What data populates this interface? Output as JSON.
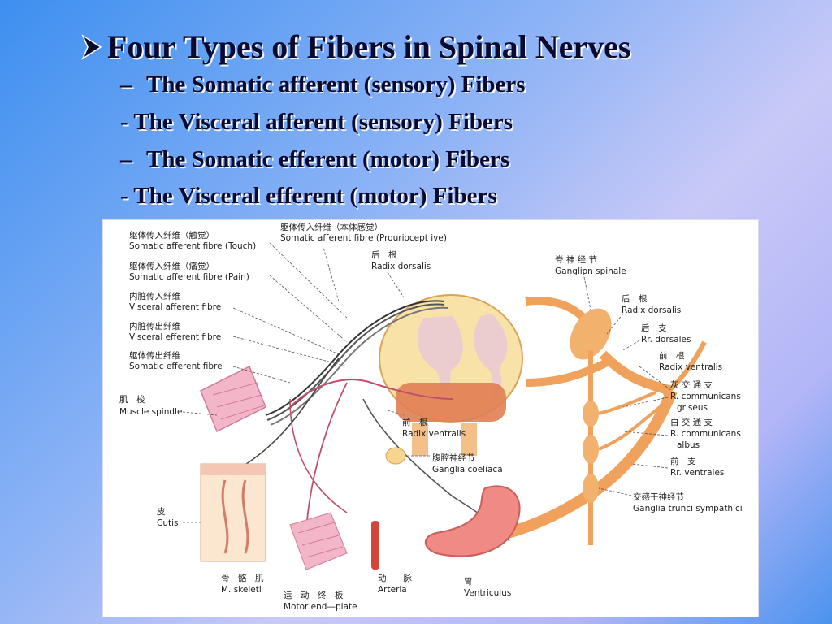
{
  "slide": {
    "title": "Four Types of Fibers in  Spinal Nerves",
    "items": [
      {
        "prefix": "–",
        "text": "The Somatic afferent (sensory) Fibers"
      },
      {
        "prefix": "-",
        "text": "The Visceral afferent (sensory) Fibers"
      },
      {
        "prefix": "–",
        "text": "The Somatic efferent (motor) Fibers"
      },
      {
        "prefix": "-",
        "text": "The Visceral efferent (motor) Fibers"
      }
    ]
  },
  "diagram": {
    "labels": {
      "somatic_touch_cn": "躯体传入纤维（触觉）",
      "somatic_touch_en": "Somatic afferent fibre (Touch)",
      "somatic_proprio_cn": "躯体传入纤维（本体感觉）",
      "somatic_proprio_en": "Somatic afferent fibre (Prouriocept ive)",
      "somatic_pain_cn": "躯体传入纤维（痛觉）",
      "somatic_pain_en": "Somatic afferent fibre (Pain)",
      "visceral_aff_cn": "内脏传入纤维",
      "visceral_aff_en": "Visceral afferent fibre",
      "visceral_eff_cn": "内脏传出纤维",
      "visceral_eff_en": "Visceral efferent fibre",
      "somatic_eff_cn": "躯体传出纤维",
      "somatic_eff_en": "Somatic efferent fibre",
      "muscle_spindle_cn": "肌　梭",
      "muscle_spindle_en": "Muscle spindle",
      "cutis_cn": "皮",
      "cutis_en": "Cutis",
      "m_skeleti_cn": "骨　骼　肌",
      "m_skeleti_en": "M. skeleti",
      "motor_endplate_cn": "运　动　终　板",
      "motor_endplate_en": "Motor end—plate",
      "arteria_cn": "动　　脉",
      "arteria_en": "Arteria",
      "ventriculus_cn": "胃",
      "ventriculus_en": "Ventriculus",
      "ganglia_coeliaca_cn": "腹腔神经节",
      "ganglia_coeliaca_en": "Ganglia coeliaca",
      "radix_ventralis_lower_cn": "前　根",
      "radix_ventralis_lower_en": "Radix ventralis",
      "radix_dorsalis_top_cn": "后　根",
      "radix_dorsalis_top_en": "Radix dorsalis",
      "ganglion_spinale_cn": "脊 神 经 节",
      "ganglion_spinale_en": "Ganglion spinale",
      "radix_dorsalis_right_cn": "后　根",
      "radix_dorsalis_right_en": "Radix dorsalis",
      "rr_dorsales_cn": "后　支",
      "rr_dorsales_en": "Rr. dorsales",
      "radix_ventralis_right_cn": "前　根",
      "radix_ventralis_right_en": "Radix ventralis",
      "rc_griseus_cn": "灰 交 通 支",
      "rc_griseus_en1": "R. communicans",
      "rc_griseus_en2": "griseus",
      "rc_albus_cn": "白 交 通 支",
      "rc_albus_en1": "R. communicans",
      "rc_albus_en2": "albus",
      "rr_ventrales_cn": "前　支",
      "rr_ventrales_en": "Rr. ventrales",
      "ganglia_trunci_cn": "交感干神经节",
      "ganglia_trunci_en": "Ganglia trunci sympathici"
    }
  }
}
